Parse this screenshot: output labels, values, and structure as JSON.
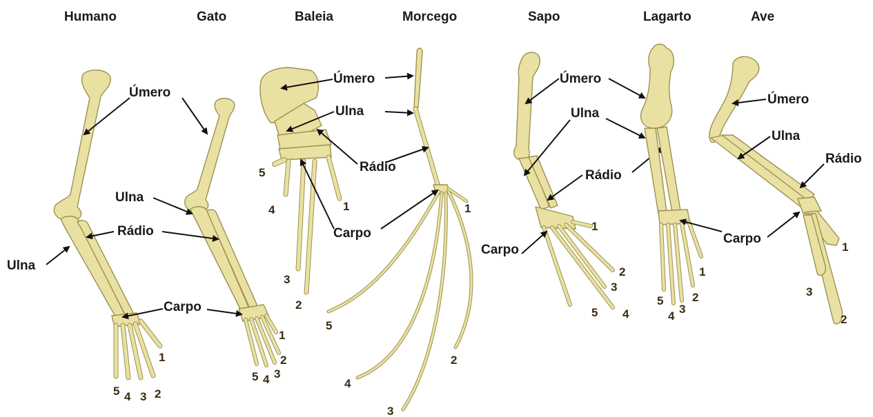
{
  "species": [
    "Humano",
    "Gato",
    "Baleia",
    "Morcego",
    "Sapo",
    "Lagarto",
    "Ave"
  ],
  "labels": {
    "umero": "Úmero",
    "ulna": "Ulna",
    "radio": "Rádio",
    "carpo": "Carpo"
  },
  "digits": {
    "humano": [
      "5",
      "4",
      "3",
      "2",
      "1"
    ],
    "gato": [
      "5",
      "4",
      "3",
      "2",
      "1"
    ],
    "baleia": [
      "5",
      "4",
      "3",
      "2",
      "1"
    ],
    "morcego": [
      "5",
      "4",
      "3",
      "2",
      "1"
    ],
    "sapo": [
      "5",
      "4",
      "3",
      "2",
      "1"
    ],
    "lagarto": [
      "5",
      "4",
      "3",
      "2",
      "1"
    ],
    "ave": [
      "3",
      "2",
      "1"
    ]
  },
  "colors": {
    "bone": "#e9e1a1",
    "bone_outline": "#9c9050",
    "text": "#1a1a1a",
    "digit_text": "#3a2a10"
  }
}
